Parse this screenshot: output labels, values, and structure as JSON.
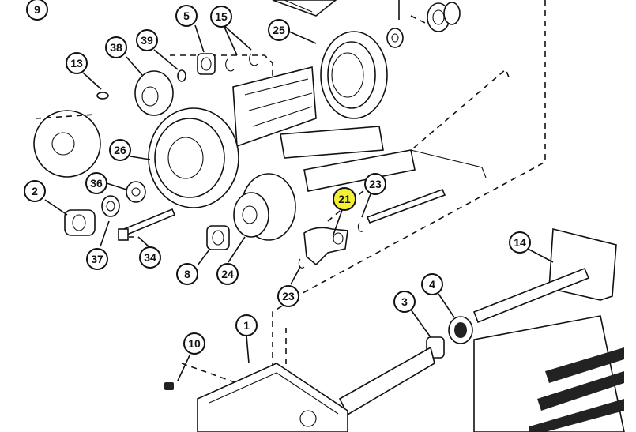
{
  "diagram": {
    "highlight_color": "#f2f233",
    "highlighted_callout": "21",
    "callouts": [
      {
        "id": "c9",
        "label": "9"
      },
      {
        "id": "c5",
        "label": "5"
      },
      {
        "id": "c15",
        "label": "15"
      },
      {
        "id": "c25",
        "label": "25"
      },
      {
        "id": "c13",
        "label": "13"
      },
      {
        "id": "c38",
        "label": "38"
      },
      {
        "id": "c39",
        "label": "39"
      },
      {
        "id": "c26",
        "label": "26"
      },
      {
        "id": "c2",
        "label": "2"
      },
      {
        "id": "c36",
        "label": "36"
      },
      {
        "id": "c37",
        "label": "37"
      },
      {
        "id": "c34",
        "label": "34"
      },
      {
        "id": "c8",
        "label": "8"
      },
      {
        "id": "c24",
        "label": "24"
      },
      {
        "id": "c21",
        "label": "21"
      },
      {
        "id": "c23a",
        "label": "23"
      },
      {
        "id": "c23b",
        "label": "23"
      },
      {
        "id": "c14",
        "label": "14"
      },
      {
        "id": "c3",
        "label": "3"
      },
      {
        "id": "c4",
        "label": "4"
      },
      {
        "id": "c1",
        "label": "1"
      },
      {
        "id": "c10",
        "label": "10"
      }
    ]
  }
}
